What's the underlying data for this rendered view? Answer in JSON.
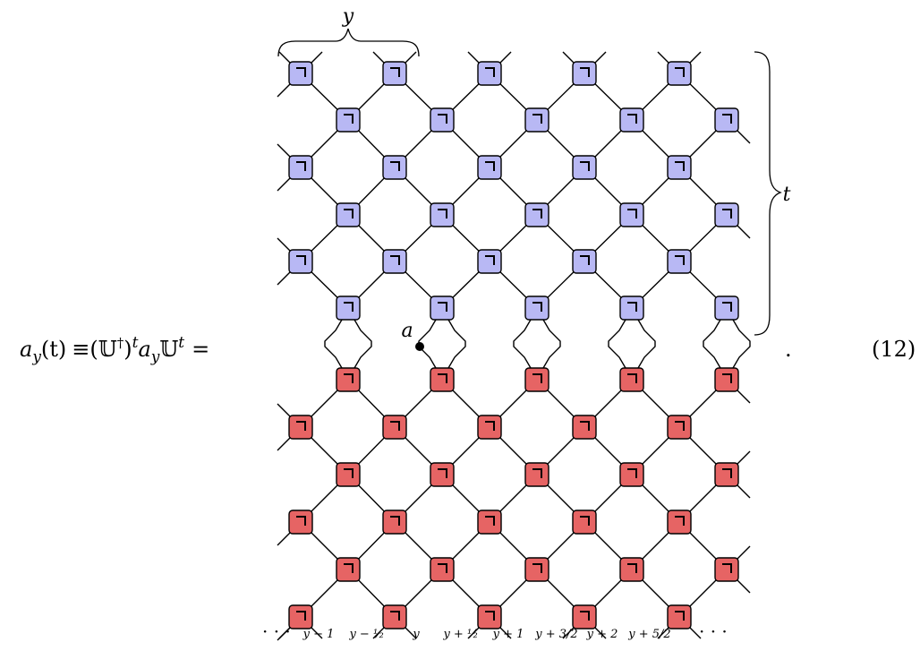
{
  "equation": {
    "lhs_a": "a",
    "lhs_sub": "y",
    "lhs_arg": "(t)",
    "equiv": "≡",
    "paren_open": "(",
    "U": "𝕌",
    "dagger": "†",
    "paren_close": ")",
    "t_sup": "t",
    "mid_a": "a",
    "mid_sub": "y",
    "U2": "𝕌",
    "t_sup2": "t",
    "equals": "=",
    "period": ".",
    "number": "(12)"
  },
  "labels": {
    "y_brace": "y",
    "t_brace": "t",
    "a_point": "a"
  },
  "x_labels": [
    {
      "text": "y − 1"
    },
    {
      "text": "y − ½"
    },
    {
      "text": "y"
    },
    {
      "text": "y + ½"
    },
    {
      "text": "y + 1"
    },
    {
      "text": "y + 3/2"
    },
    {
      "text": "y + 2"
    },
    {
      "text": "y + 5/2"
    }
  ],
  "dots_left": "· · ·",
  "dots_right": "· · ·",
  "colors": {
    "top_gate": "#b8b8f4",
    "bottom_gate": "#e66464",
    "line": "#000000"
  },
  "top_gate_rows": 6,
  "bottom_gate_rows": 6,
  "gates_per_row": 5
}
